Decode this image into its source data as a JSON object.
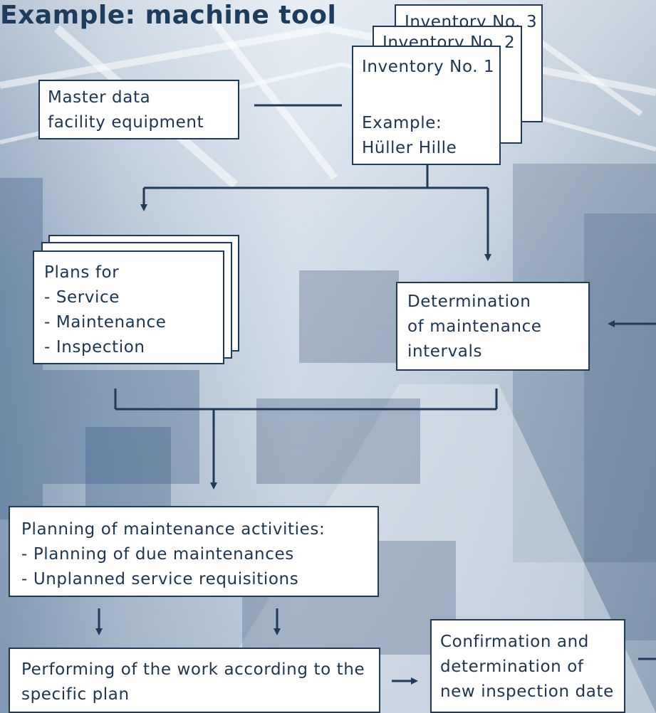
{
  "title": "Example: machine tool",
  "inventory_cards": [
    {
      "label": "Inventory No. 3"
    },
    {
      "label": "Inventory No. 2"
    },
    {
      "label": "Inventory No. 1",
      "example_label": "Example:",
      "example_value": "Hüller Hille"
    }
  ],
  "master_data": {
    "line1": "Master data",
    "line2": "facility equipment"
  },
  "plans": {
    "heading": "Plans for",
    "items": [
      "Service",
      "Maintenance",
      "Inspection"
    ]
  },
  "intervals": {
    "line1": "Determination",
    "line2": "of maintenance",
    "line3": "intervals"
  },
  "planning": {
    "heading": "Planning of maintenance activities:",
    "items": [
      "Planning of due maintenances",
      "Unplanned service requisitions"
    ]
  },
  "performing": {
    "line1": "Performing of the work according to the",
    "line2": "specific plan"
  },
  "confirmation": {
    "line1": "Confirmation and",
    "line2": "determination of",
    "line3": "new inspection date"
  },
  "colors": {
    "box_border": "#1f3a5a",
    "arrow": "#1f3a5a",
    "text": "#1d3550",
    "title": "#1d3d5e"
  }
}
